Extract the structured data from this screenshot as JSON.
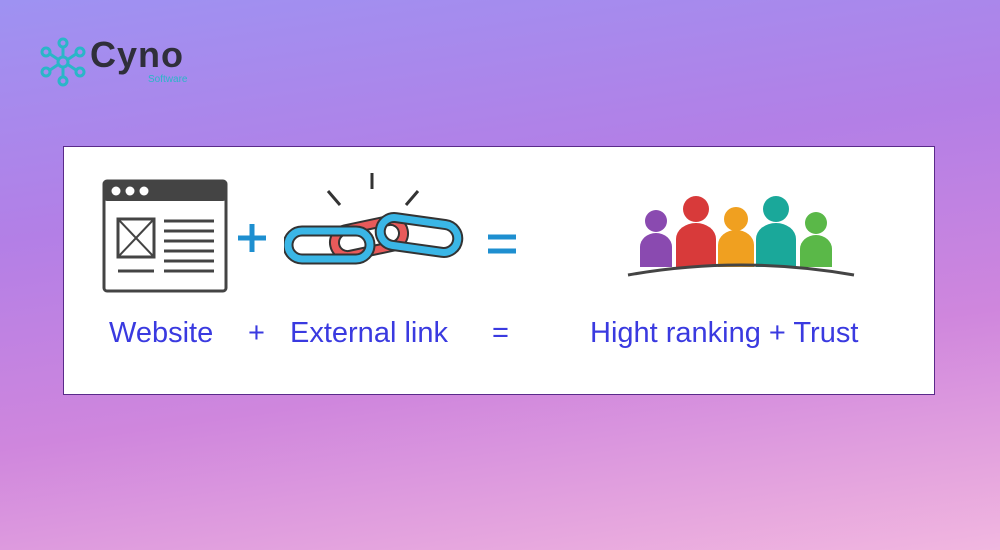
{
  "logo": {
    "name": "Cyno",
    "subtitle": "Software",
    "color": "#2ab6c8"
  },
  "equation": {
    "website_label": "Website",
    "plus_label": "+",
    "external_link_label": "External link",
    "equals_label": "=",
    "result_label": "Hight ranking + Trust"
  },
  "colors": {
    "text": "#3a3ae0",
    "symbol": "#1e8fd0",
    "chain_blue": "#3ab6e6",
    "chain_red": "#e85a5a"
  },
  "icons": [
    "browser-window-icon",
    "broken-chain-link-icon",
    "people-group-icon"
  ]
}
